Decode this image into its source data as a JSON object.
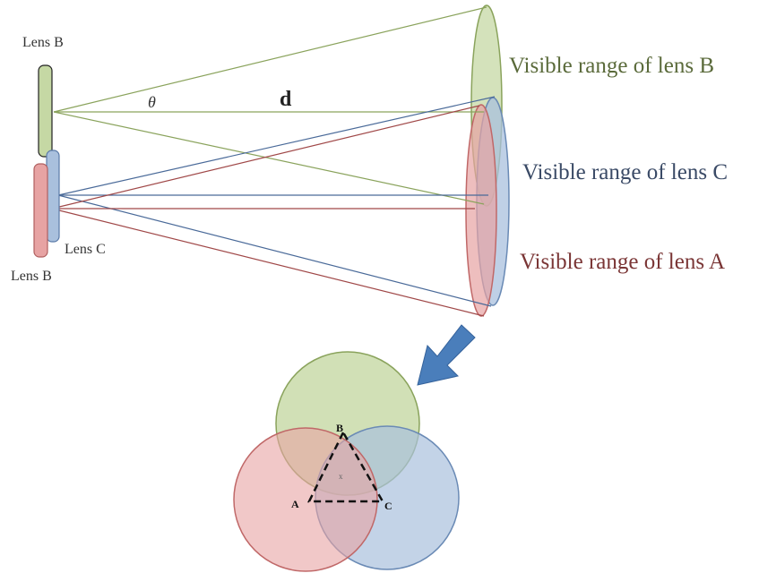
{
  "lenses": {
    "top_label": "Lens B",
    "bottom_left_label": "Lens B",
    "middle_label": "Lens C"
  },
  "symbols": {
    "angle": "θ",
    "distance": "d"
  },
  "ranges": {
    "b": {
      "label": "Visible range of lens B",
      "color": "#5a6a3a"
    },
    "c": {
      "label": "Visible range of lens C",
      "color": "#3a4a66"
    },
    "a": {
      "label": "Visible range of lens A",
      "color": "#7a3535"
    }
  },
  "overlap": {
    "vertex_a": "A",
    "vertex_b": "B",
    "vertex_c": "C",
    "center_mark": "x"
  },
  "colors": {
    "green_fill": "#c5d8a4",
    "blue_fill": "#a9c0dd",
    "red_fill": "#e7a3a3",
    "arrow": "#4a7ebb"
  }
}
